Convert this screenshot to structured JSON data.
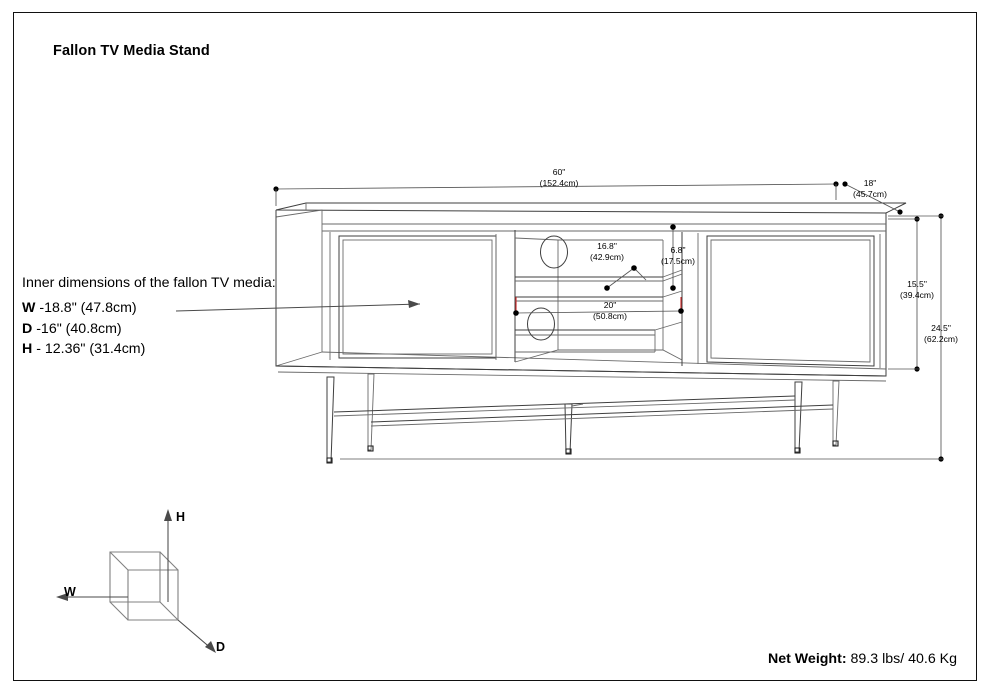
{
  "page": {
    "title": "Fallon TV Media Stand"
  },
  "inner_dimensions": {
    "heading": "Inner dimensions of the fallon TV media:",
    "rows": [
      {
        "key": "W",
        "value": "-18.8\" (47.8cm)"
      },
      {
        "key": "D",
        "value": "-16\" (40.8cm)"
      },
      {
        "key": "H",
        "value": "- 12.36\" (31.4cm)"
      }
    ]
  },
  "net_weight": {
    "label": "Net Weight:",
    "value": "89.3 lbs/ 40.6 Kg"
  },
  "dimensions": {
    "overall_width": {
      "inches": "60\"",
      "metric": "(152.4cm)"
    },
    "overall_depth": {
      "inches": "18\"",
      "metric": "(45.7cm)"
    },
    "cabinet_height": {
      "inches": "15.5\"",
      "metric": "(39.4cm)"
    },
    "total_height": {
      "inches": "24.5\"",
      "metric": "(62.2cm)"
    },
    "shelf_width": {
      "inches": "16.8\"",
      "metric": "(42.9cm)"
    },
    "shelf_height": {
      "inches": "6.8\"",
      "metric": "(17.5cm)"
    },
    "opening_width": {
      "inches": "20\"",
      "metric": "(50.8cm)"
    }
  },
  "axis_legend": {
    "height": "H",
    "width": "W",
    "depth": "D"
  },
  "colors": {
    "line": "#3f3f3f",
    "dimension": "#555555",
    "accent": "#cc2222",
    "background": "#ffffff"
  }
}
